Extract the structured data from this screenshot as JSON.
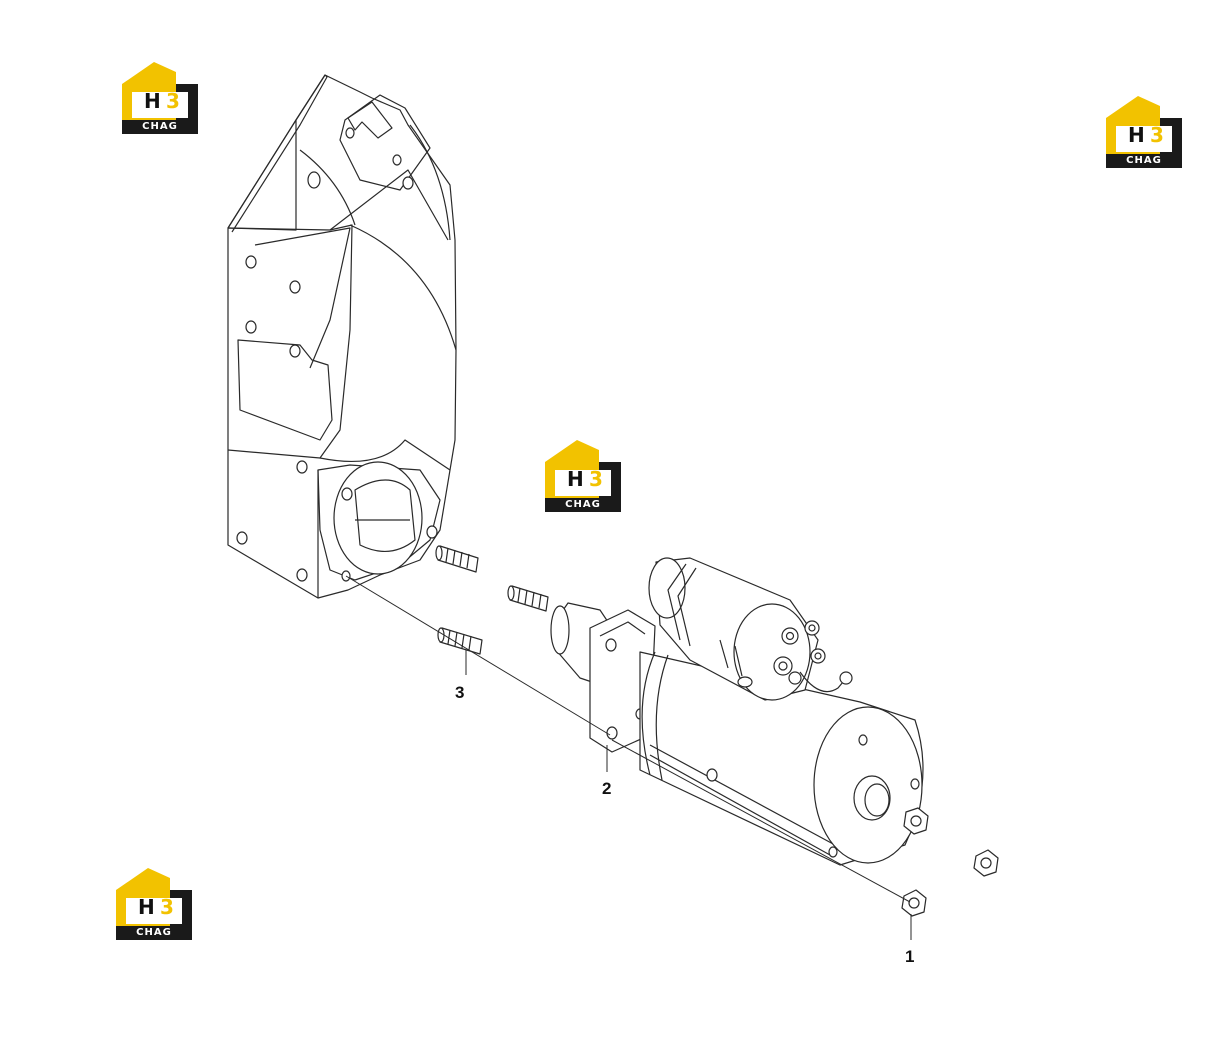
{
  "callouts": [
    {
      "id": "callout-1",
      "text": "1"
    },
    {
      "id": "callout-2",
      "text": "2"
    },
    {
      "id": "callout-3",
      "text": "3"
    }
  ],
  "logo": {
    "letter_h": "H",
    "letter_3": "3",
    "brand": "CHAG",
    "colors": {
      "yellow": "#f2c200",
      "dark": "#1a1a1a"
    }
  },
  "colors": {
    "line": "#2a2a2a",
    "paper": "#ffffff"
  }
}
